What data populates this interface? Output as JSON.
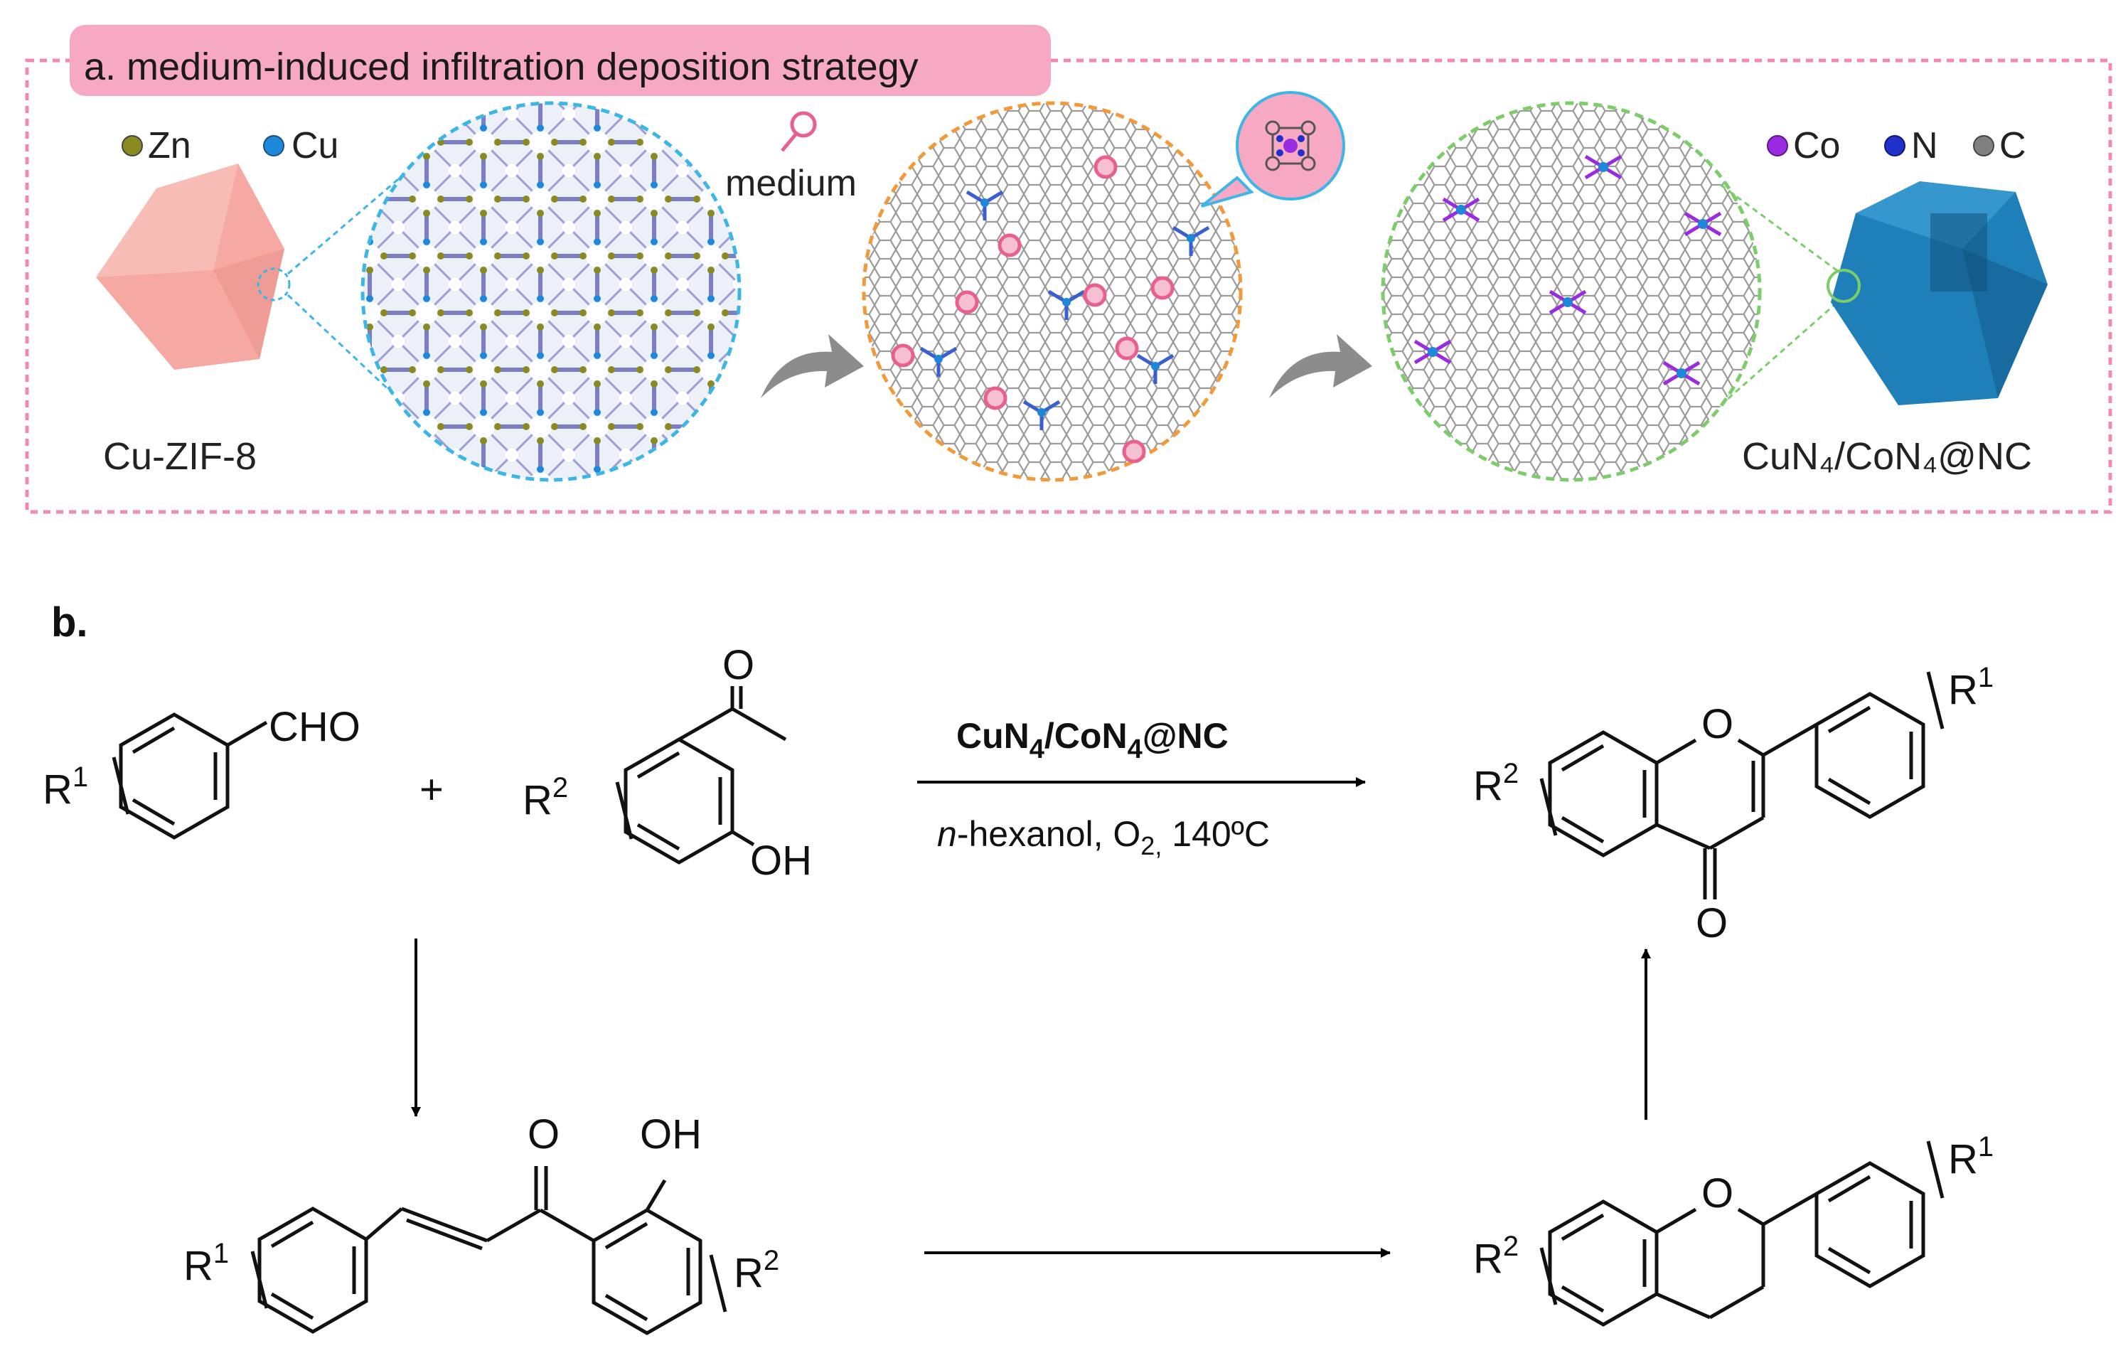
{
  "panel_a": {
    "title": "a. medium-induced infiltration deposition strategy",
    "legend_left": [
      {
        "label": "Zn",
        "color": "#8a8a20"
      },
      {
        "label": "Cu",
        "color": "#1e88d8"
      }
    ],
    "legend_right": [
      {
        "label": "Co",
        "color": "#9a2be0"
      },
      {
        "label": "N",
        "color": "#2030c8"
      },
      {
        "label": "C",
        "color": "#808080"
      }
    ],
    "medium_label": "medium",
    "left_caption": "Cu-ZIF-8",
    "right_caption": "CuN₄/CoN₄@NC",
    "colors": {
      "frame": "#f08ab0",
      "title_bg": "#f7a9c4",
      "crystal_left": "#f6a8a3",
      "crystal_right": "#1f7fb8",
      "circle1": "#3cb6e6",
      "circle2": "#f29a3a",
      "circle3": "#7ccd6a",
      "arrow": "#8c8c8c"
    }
  },
  "panel_b": {
    "label": "b.",
    "catalyst": "CuN₄/CoN₄@NC",
    "conditions": {
      "italic": "n",
      "rest_1": "-hexanol, O",
      "sub": "2,",
      "rest_2": " 140ºC"
    },
    "plus": "+",
    "atoms": {
      "cho": "CHO",
      "o": "O",
      "oh": "OH",
      "r": "R",
      "sup1": "1",
      "sup2": "2"
    }
  }
}
